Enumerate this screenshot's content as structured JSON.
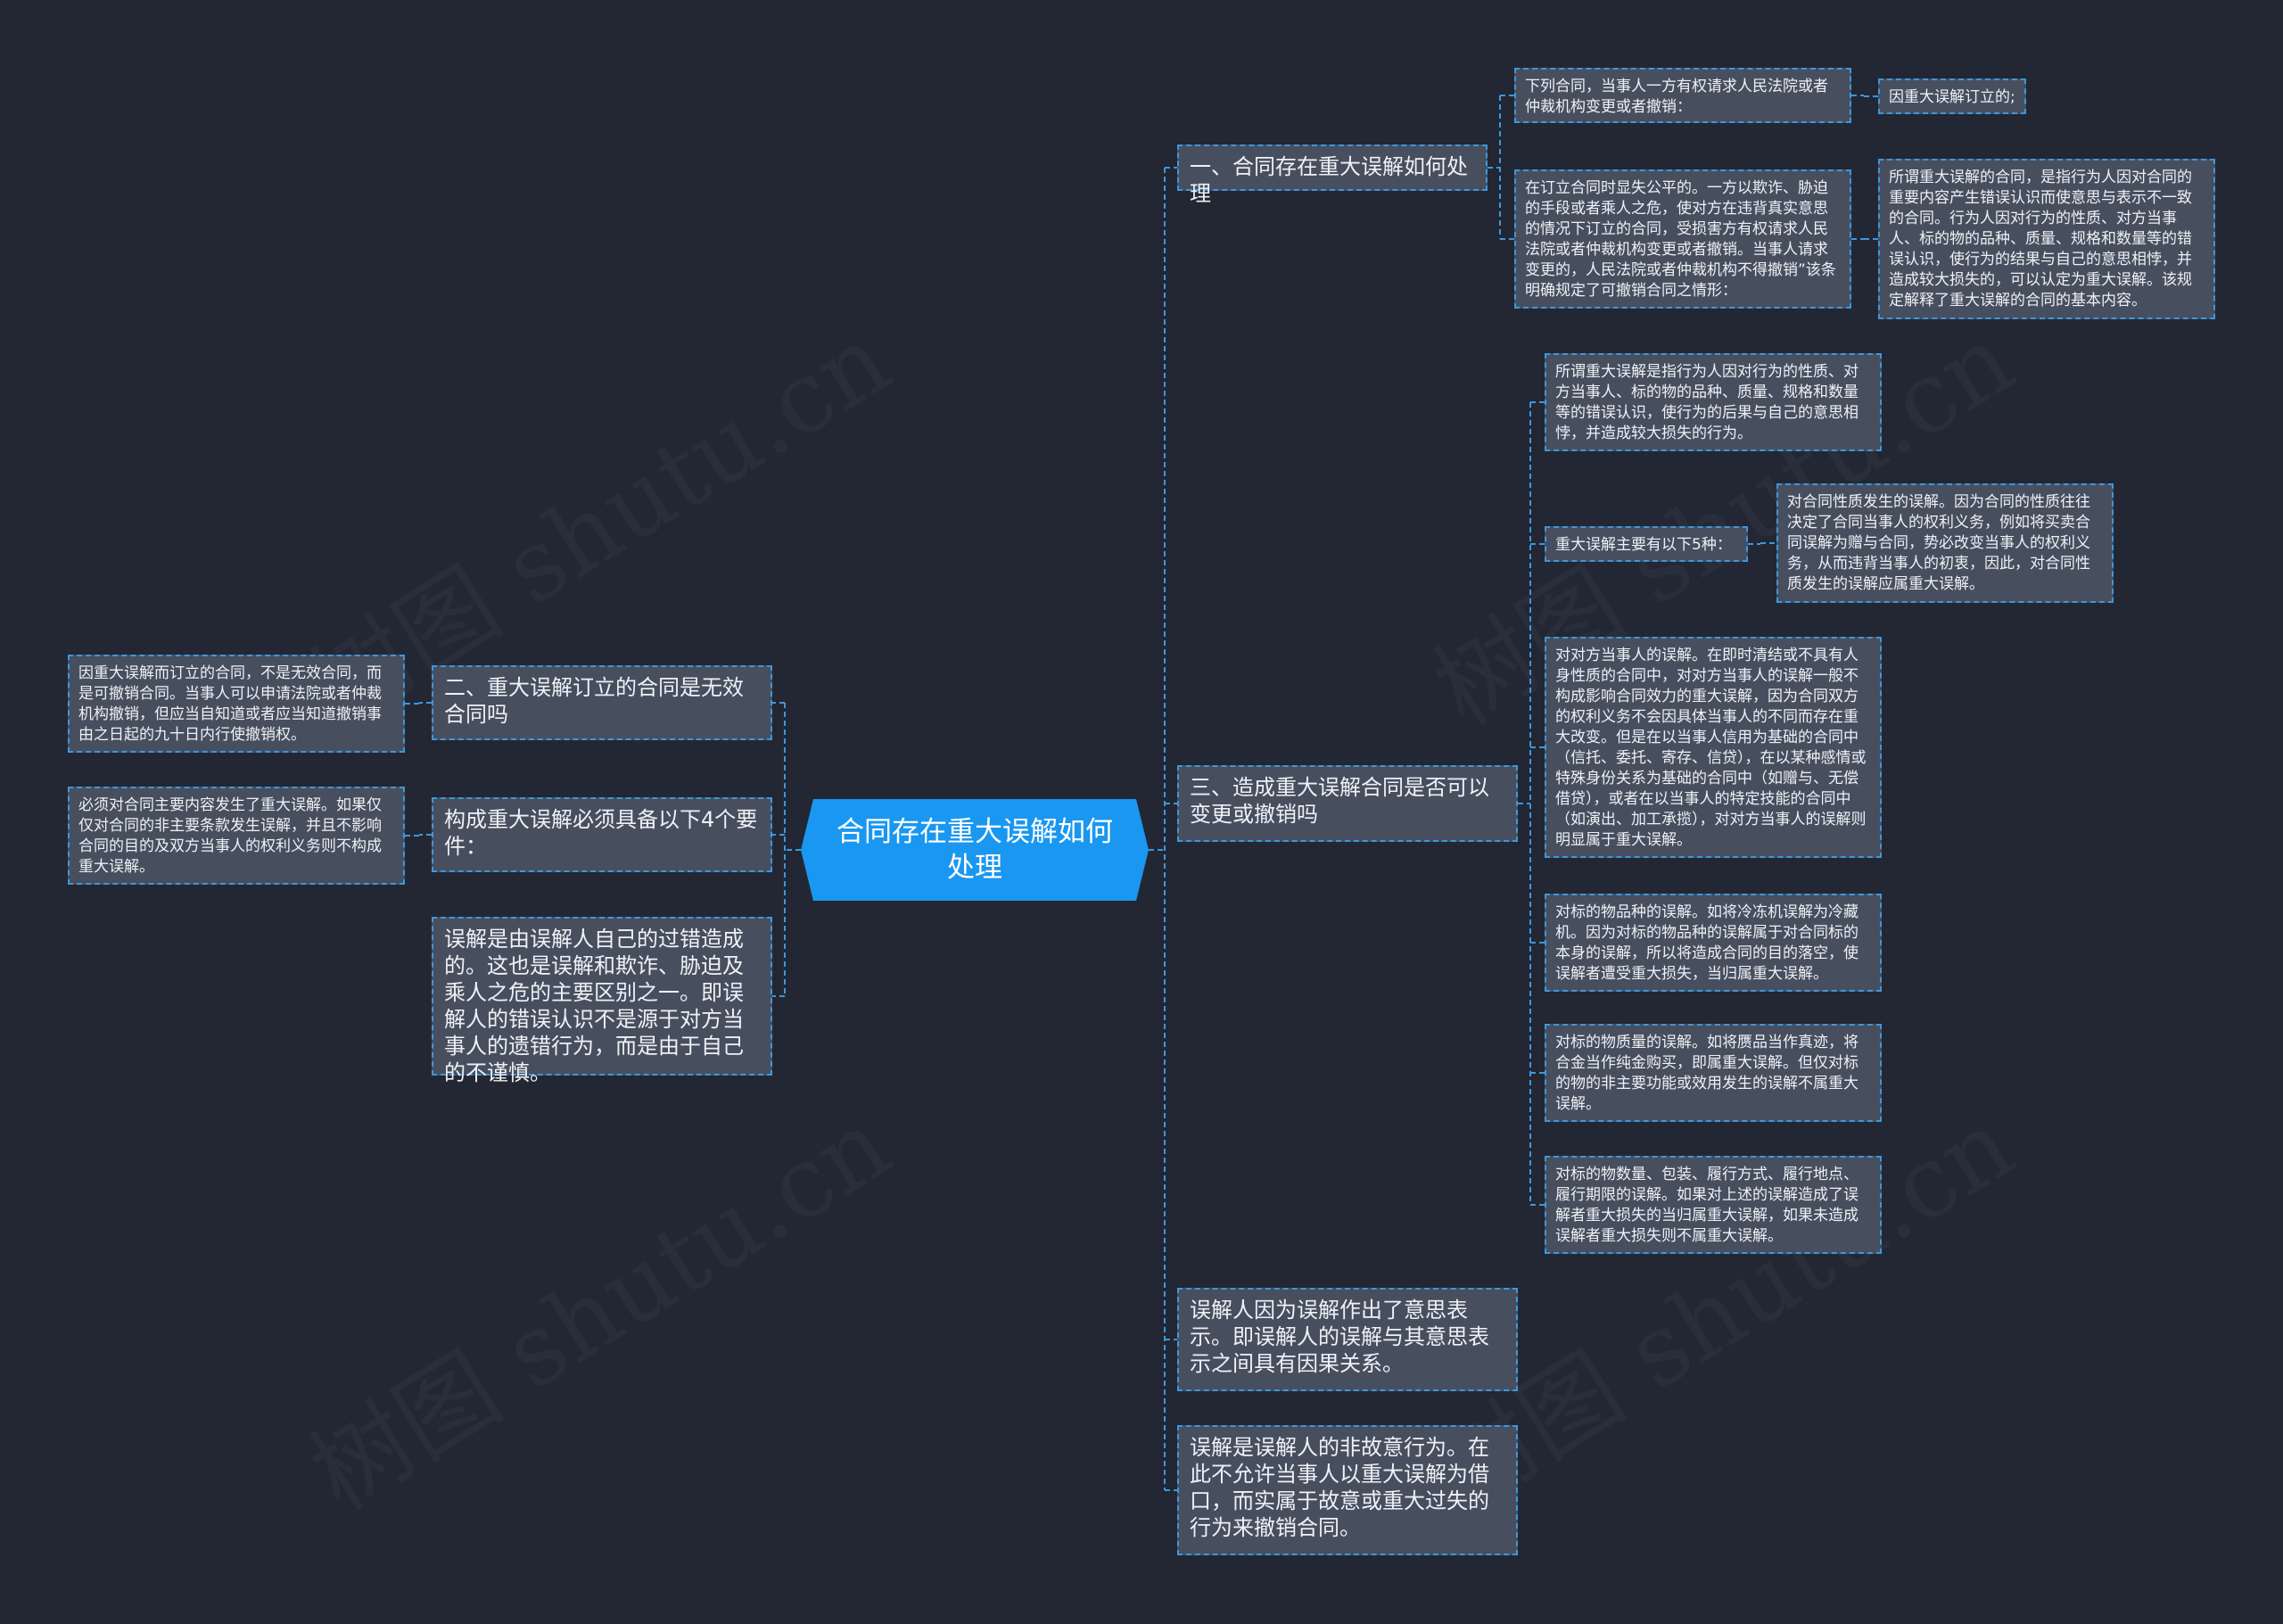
{
  "root": "合同存在重大误解如何处理",
  "branches": {
    "b1": {
      "label": "一、合同存在重大误解如何处理",
      "c1": "下列合同，当事人一方有权请求人民法院或者仲裁机构变更或者撤销：",
      "c1a": "因重大误解订立的;",
      "c2": "在订立合同时显失公平的。一方以欺诈、胁迫的手段或者乘人之危，使对方在违背真实意思的情况下订立的合同，受损害方有权请求人民法院或者仲裁机构变更或者撤销。当事人请求变更的，人民法院或者仲裁机构不得撤销”该条明确规定了可撤销合同之情形：",
      "c2a": "所谓重大误解的合同，是指行为人因对合同的重要内容产生错误认识而使意思与表示不一致的合同。行为人因对行为的性质、对方当事人、标的物的品种、质量、规格和数量等的错误认识，使行为的结果与自己的意思相悖，并造成较大损失的，可以认定为重大误解。该规定解释了重大误解的合同的基本内容。"
    },
    "b3": {
      "label": "三、造成重大误解合同是否可以变更或撤销吗",
      "c1": "所谓重大误解是指行为人因对行为的性质、对方当事人、标的物的品种、质量、规格和数量等的错误认识，使行为的后果与自己的意思相悖，并造成较大损失的行为。",
      "c2": "重大误解主要有以下5种：",
      "c2a": "对合同性质发生的误解。因为合同的性质往往决定了合同当事人的权利义务，例如将买卖合同误解为赠与合同，势必改变当事人的权利义务，从而违背当事人的初衷，因此，对合同性质发生的误解应属重大误解。",
      "c3": "对对方当事人的误解。在即时清结或不具有人身性质的合同中，对对方当事人的误解一般不构成影响合同效力的重大误解，因为合同双方的权利义务不会因具体当事人的不同而存在重大改变。但是在以当事人信用为基础的合同中（信托、委托、寄存、信贷），在以某种感情或特殊身份关系为基础的合同中（如赠与、无偿借贷），或者在以当事人的特定技能的合同中（如演出、加工承揽），对对方当事人的误解则明显属于重大误解。",
      "c4": "对标的物品种的误解。如将冷冻机误解为冷藏机。因为对标的物品种的误解属于对合同标的本身的误解，所以将造成合同的目的落空，使误解者遭受重大损失，当归属重大误解。",
      "c5": "对标的物质量的误解。如将赝品当作真迹，将合金当作纯金购买，即属重大误解。但仅对标的物的非主要功能或效用发生的误解不属重大误解。",
      "c6": "对标的物数量、包装、履行方式、履行地点、履行期限的误解。如果对上述的误解造成了误解者重大损失的当归属重大误解，如果未造成误解者重大损失则不属重大误解。"
    },
    "b4": {
      "label": "误解人因为误解作出了意思表示。即误解人的误解与其意思表示之间具有因果关系。"
    },
    "b5": {
      "label": "误解是误解人的非故意行为。在此不允许当事人以重大误解为借口，而实属于故意或重大过失的行为来撤销合同。"
    },
    "b2": {
      "label": "二、重大误解订立的合同是无效合同吗",
      "c1": "因重大误解而订立的合同，不是无效合同，而是可撤销合同。当事人可以申请法院或者仲裁机构撤销，但应当自知道或者应当知道撤销事由之日起的九十日内行使撤销权。"
    },
    "b6": {
      "label": "构成重大误解必须具备以下4个要件：",
      "c1": "必须对合同主要内容发生了重大误解。如果仅仅对合同的非主要条款发生误解，并且不影响合同的目的及双方当事人的权利义务则不构成重大误解。"
    },
    "b7": {
      "label": "误解是由误解人自己的过错造成的。这也是误解和欺诈、胁迫及乘人之危的主要区别之一。即误解人的错误认识不是源于对方当事人的遗错行为，而是由于自己的不谨慎。"
    }
  },
  "colors": {
    "background": "#222733",
    "node_fill": "#474f5f",
    "node_border": "#3d97de",
    "root_fill": "#1a97f0",
    "edge": "#3d97de",
    "text": "#eef1f5"
  }
}
